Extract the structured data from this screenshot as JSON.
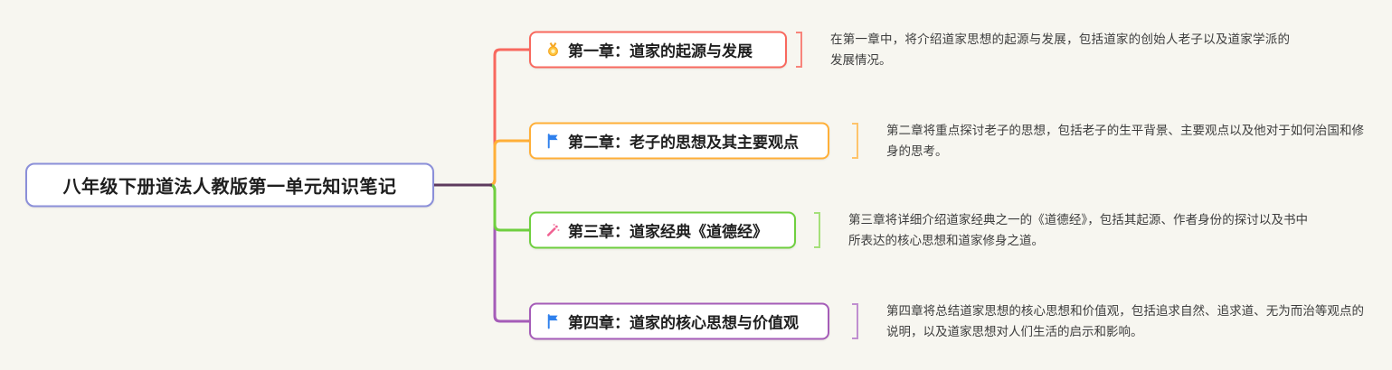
{
  "root": {
    "title": "八年级下册道法人教版第一单元知识笔记",
    "border_color": "#8b8fd9"
  },
  "canvas": {
    "background": "#f7f6f0",
    "trunk_color": "#5e3a5e"
  },
  "branches": [
    {
      "icon": "medal-icon",
      "title": "第一章：道家的起源与发展",
      "color": "#f8685e",
      "bracket_color": "#f8847b",
      "description": "在第一章中，将介绍道家思想的起源与发展，包括道家的创始人老子以及道家学派的发展情况。"
    },
    {
      "icon": "flag-icon",
      "title": "第二章：老子的思想及其主要观点",
      "color": "#ffaf38",
      "bracket_color": "#ffc46b",
      "description": "第二章将重点探讨老子的思想，包括老子的生平背景、主要观点以及他对于如何治国和修身的思考。"
    },
    {
      "icon": "sparkler-icon",
      "title": "第三章：道家经典《道德经》",
      "color": "#6fcf3f",
      "bracket_color": "#a5e07a",
      "description": "第三章将详细介绍道家经典之一的《道德经》，包括其起源、作者身份的探讨以及书中所表达的核心思想和道家修身之道。"
    },
    {
      "icon": "flag-icon",
      "title": "第四章：道家的核心思想与价值观",
      "color": "#a55cb8",
      "bracket_color": "#c08fd0",
      "description": "第四章将总结道家思想的核心思想和价值观，包括追求自然、追求道、无为而治等观点的说明，以及道家思想对人们生活的启示和影响。"
    }
  ]
}
